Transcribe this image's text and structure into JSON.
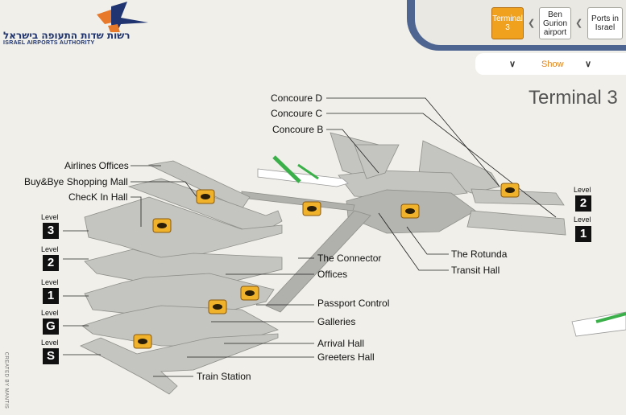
{
  "logo": {
    "hebrew_text": "רשות שדות התעופה בישראל",
    "english_text": "ISRAEL AIRPORTS AUTHORITY"
  },
  "nav": {
    "terminal3": "Terminal 3",
    "ben_gurion": "Ben Gurion airport",
    "ports": "Ports in Israel",
    "show": "Show"
  },
  "title": "Terminal 3",
  "labels": {
    "concourse_d": "Concoure D",
    "concourse_c": "Concoure C",
    "concourse_b": "Concoure B",
    "airlines_offices": "Airlines Offices",
    "shopping_mall": "Buy&Bye Shopping Mall",
    "checkin_hall": "ChecK In Hall",
    "connector": "The Connector",
    "offices": "Offices",
    "passport": "Passport Control",
    "galleries": "Galleries",
    "arrival": "Arrival Hall",
    "greeters": "Greeters Hall",
    "train": "Train Station",
    "rotunda": "The Rotunda",
    "transit": "Transit Hall"
  },
  "levels": {
    "word": "Level",
    "l3": "3",
    "l2": "2",
    "l1": "1",
    "lg": "G",
    "ls": "S",
    "r2": "2",
    "r1": "1"
  },
  "credit": "CREATED BY MANTIS",
  "colors": {
    "accent": "#f0a21f",
    "nav_panel": "#4f6591",
    "brand_navy": "#1f3470",
    "brand_orange": "#e8782a",
    "floor": "#b9b9b5"
  }
}
